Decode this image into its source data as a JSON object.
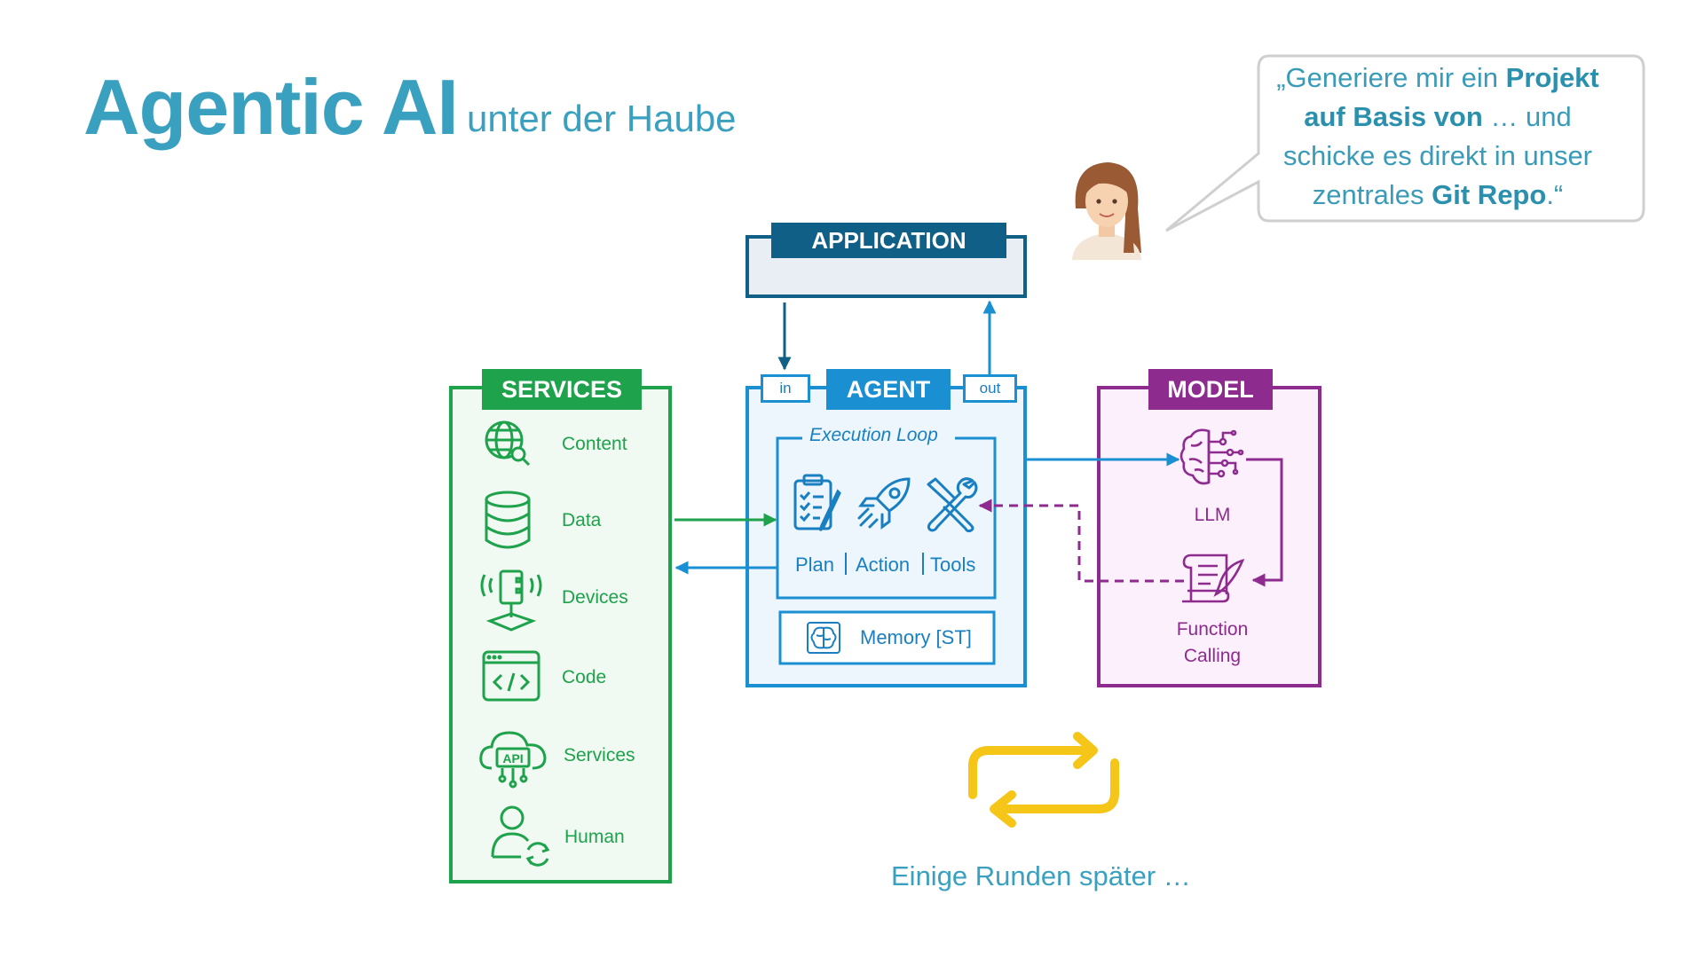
{
  "title": {
    "main": "Agentic AI",
    "sub": "unter der Haube"
  },
  "speech": {
    "line1_pre": "„Generiere mir ein ",
    "line1_bold": "Projekt",
    "line2_bold": "auf Basis von",
    "line2_post": " … und",
    "line3": "schicke es direkt in unser",
    "line4_pre": "zentrales ",
    "line4_bold": "Git Repo",
    "line4_post": ".“"
  },
  "application": {
    "header": "APPLICATION"
  },
  "agent": {
    "header": "AGENT",
    "in_label": "in",
    "out_label": "out",
    "loop_label": "Execution Loop",
    "plan": "Plan",
    "action": "Action",
    "tools": "Tools",
    "memory": "Memory [ST]"
  },
  "services": {
    "header": "SERVICES",
    "items": [
      {
        "label": "Content",
        "icon": "globe-search-icon"
      },
      {
        "label": "Data",
        "icon": "database-icon"
      },
      {
        "label": "Devices",
        "icon": "device-icon"
      },
      {
        "label": "Code",
        "icon": "code-window-icon"
      },
      {
        "label": "Services",
        "icon": "api-cloud-icon"
      },
      {
        "label": "Human",
        "icon": "person-sync-icon"
      }
    ]
  },
  "model": {
    "header": "MODEL",
    "llm": "LLM",
    "function_calling": "Function\nCalling"
  },
  "footer": {
    "text": "Einige Runden später …"
  },
  "colors": {
    "accent": "#3aa0bf",
    "services": "#1ea24b",
    "agent": "#1a8fd1",
    "application": "#0f5f86",
    "model": "#8e2b8f",
    "loop": "#f5c518"
  }
}
